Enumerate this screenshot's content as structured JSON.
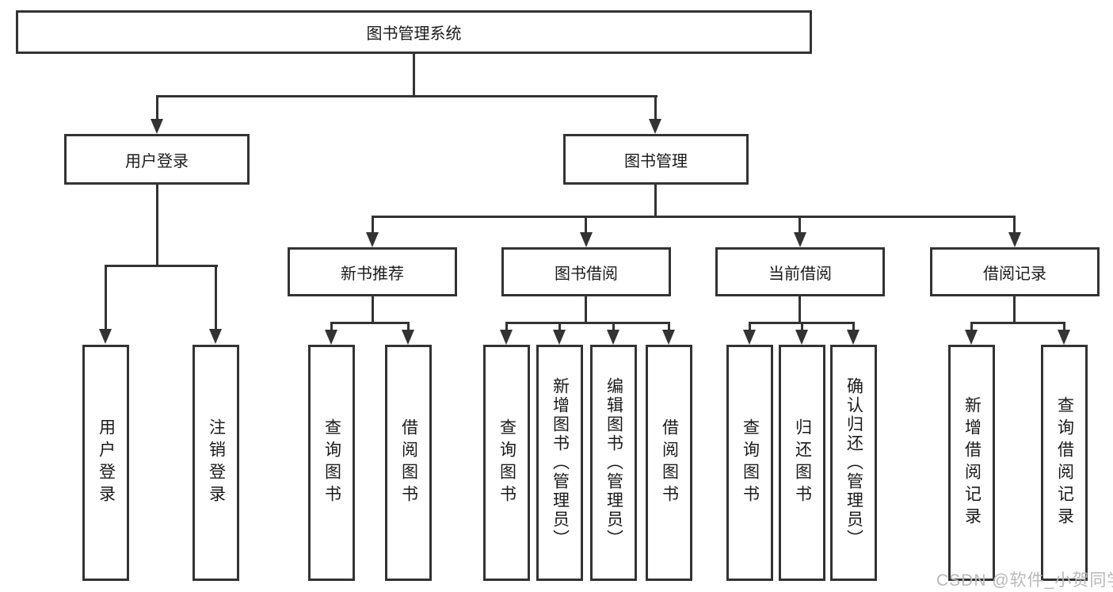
{
  "tree": {
    "label": "图书管理系统",
    "children": [
      {
        "label": "用户登录",
        "children": [
          {
            "label": "用户登录"
          },
          {
            "label": "注销登录"
          }
        ]
      },
      {
        "label": "图书管理",
        "children": [
          {
            "label": "新书推荐",
            "children": [
              {
                "label": "查询图书"
              },
              {
                "label": "借阅图书"
              }
            ]
          },
          {
            "label": "图书借阅",
            "children": [
              {
                "label": "查询图书"
              },
              {
                "label": "新增图书（管理员）"
              },
              {
                "label": "编辑图书（管理员）"
              },
              {
                "label": "借阅图书"
              }
            ]
          },
          {
            "label": "当前借阅",
            "children": [
              {
                "label": "查询图书"
              },
              {
                "label": "归还图书"
              },
              {
                "label": "确认归还（管理员）"
              }
            ]
          },
          {
            "label": "借阅记录",
            "children": [
              {
                "label": "新增借阅记录"
              },
              {
                "label": "查询借阅记录"
              }
            ]
          }
        ]
      }
    ]
  },
  "watermark": {
    "text": "CSDN @软件_小贺同学",
    "color": "#b9b9b9"
  },
  "colors": {
    "line": "#333333",
    "text": "#1a1a1a",
    "background": "#ffffff"
  }
}
